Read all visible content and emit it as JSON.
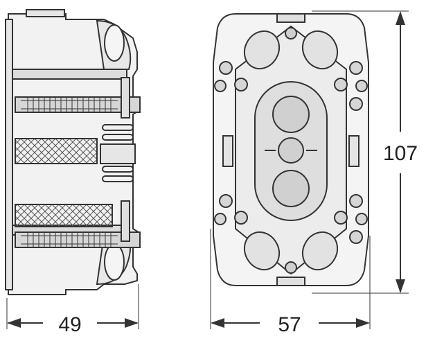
{
  "dimensions": {
    "side_width": "49",
    "front_width": "57",
    "front_height": "107"
  }
}
